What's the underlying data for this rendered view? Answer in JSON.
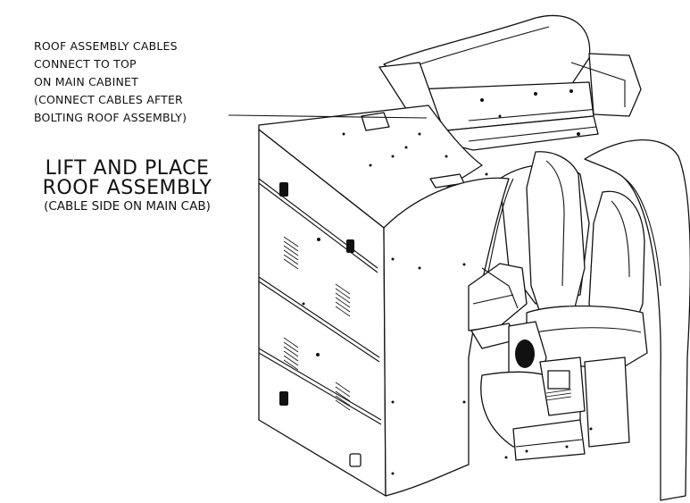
{
  "callout": {
    "lines": [
      "ROOF ASSEMBLY CABLES",
      "CONNECT TO TOP",
      "ON MAIN CABINET",
      "(CONNECT CABLES AFTER",
      "BOLTING ROOF ASSEMBLY)"
    ]
  },
  "headline": {
    "line1": "LIFT AND PLACE",
    "line2": "ROOF ASSEMBLY",
    "line3": "(CABLE SIDE ON MAIN CAB)"
  },
  "colors": {
    "ink": "#111111",
    "paper": "#ffffff"
  }
}
